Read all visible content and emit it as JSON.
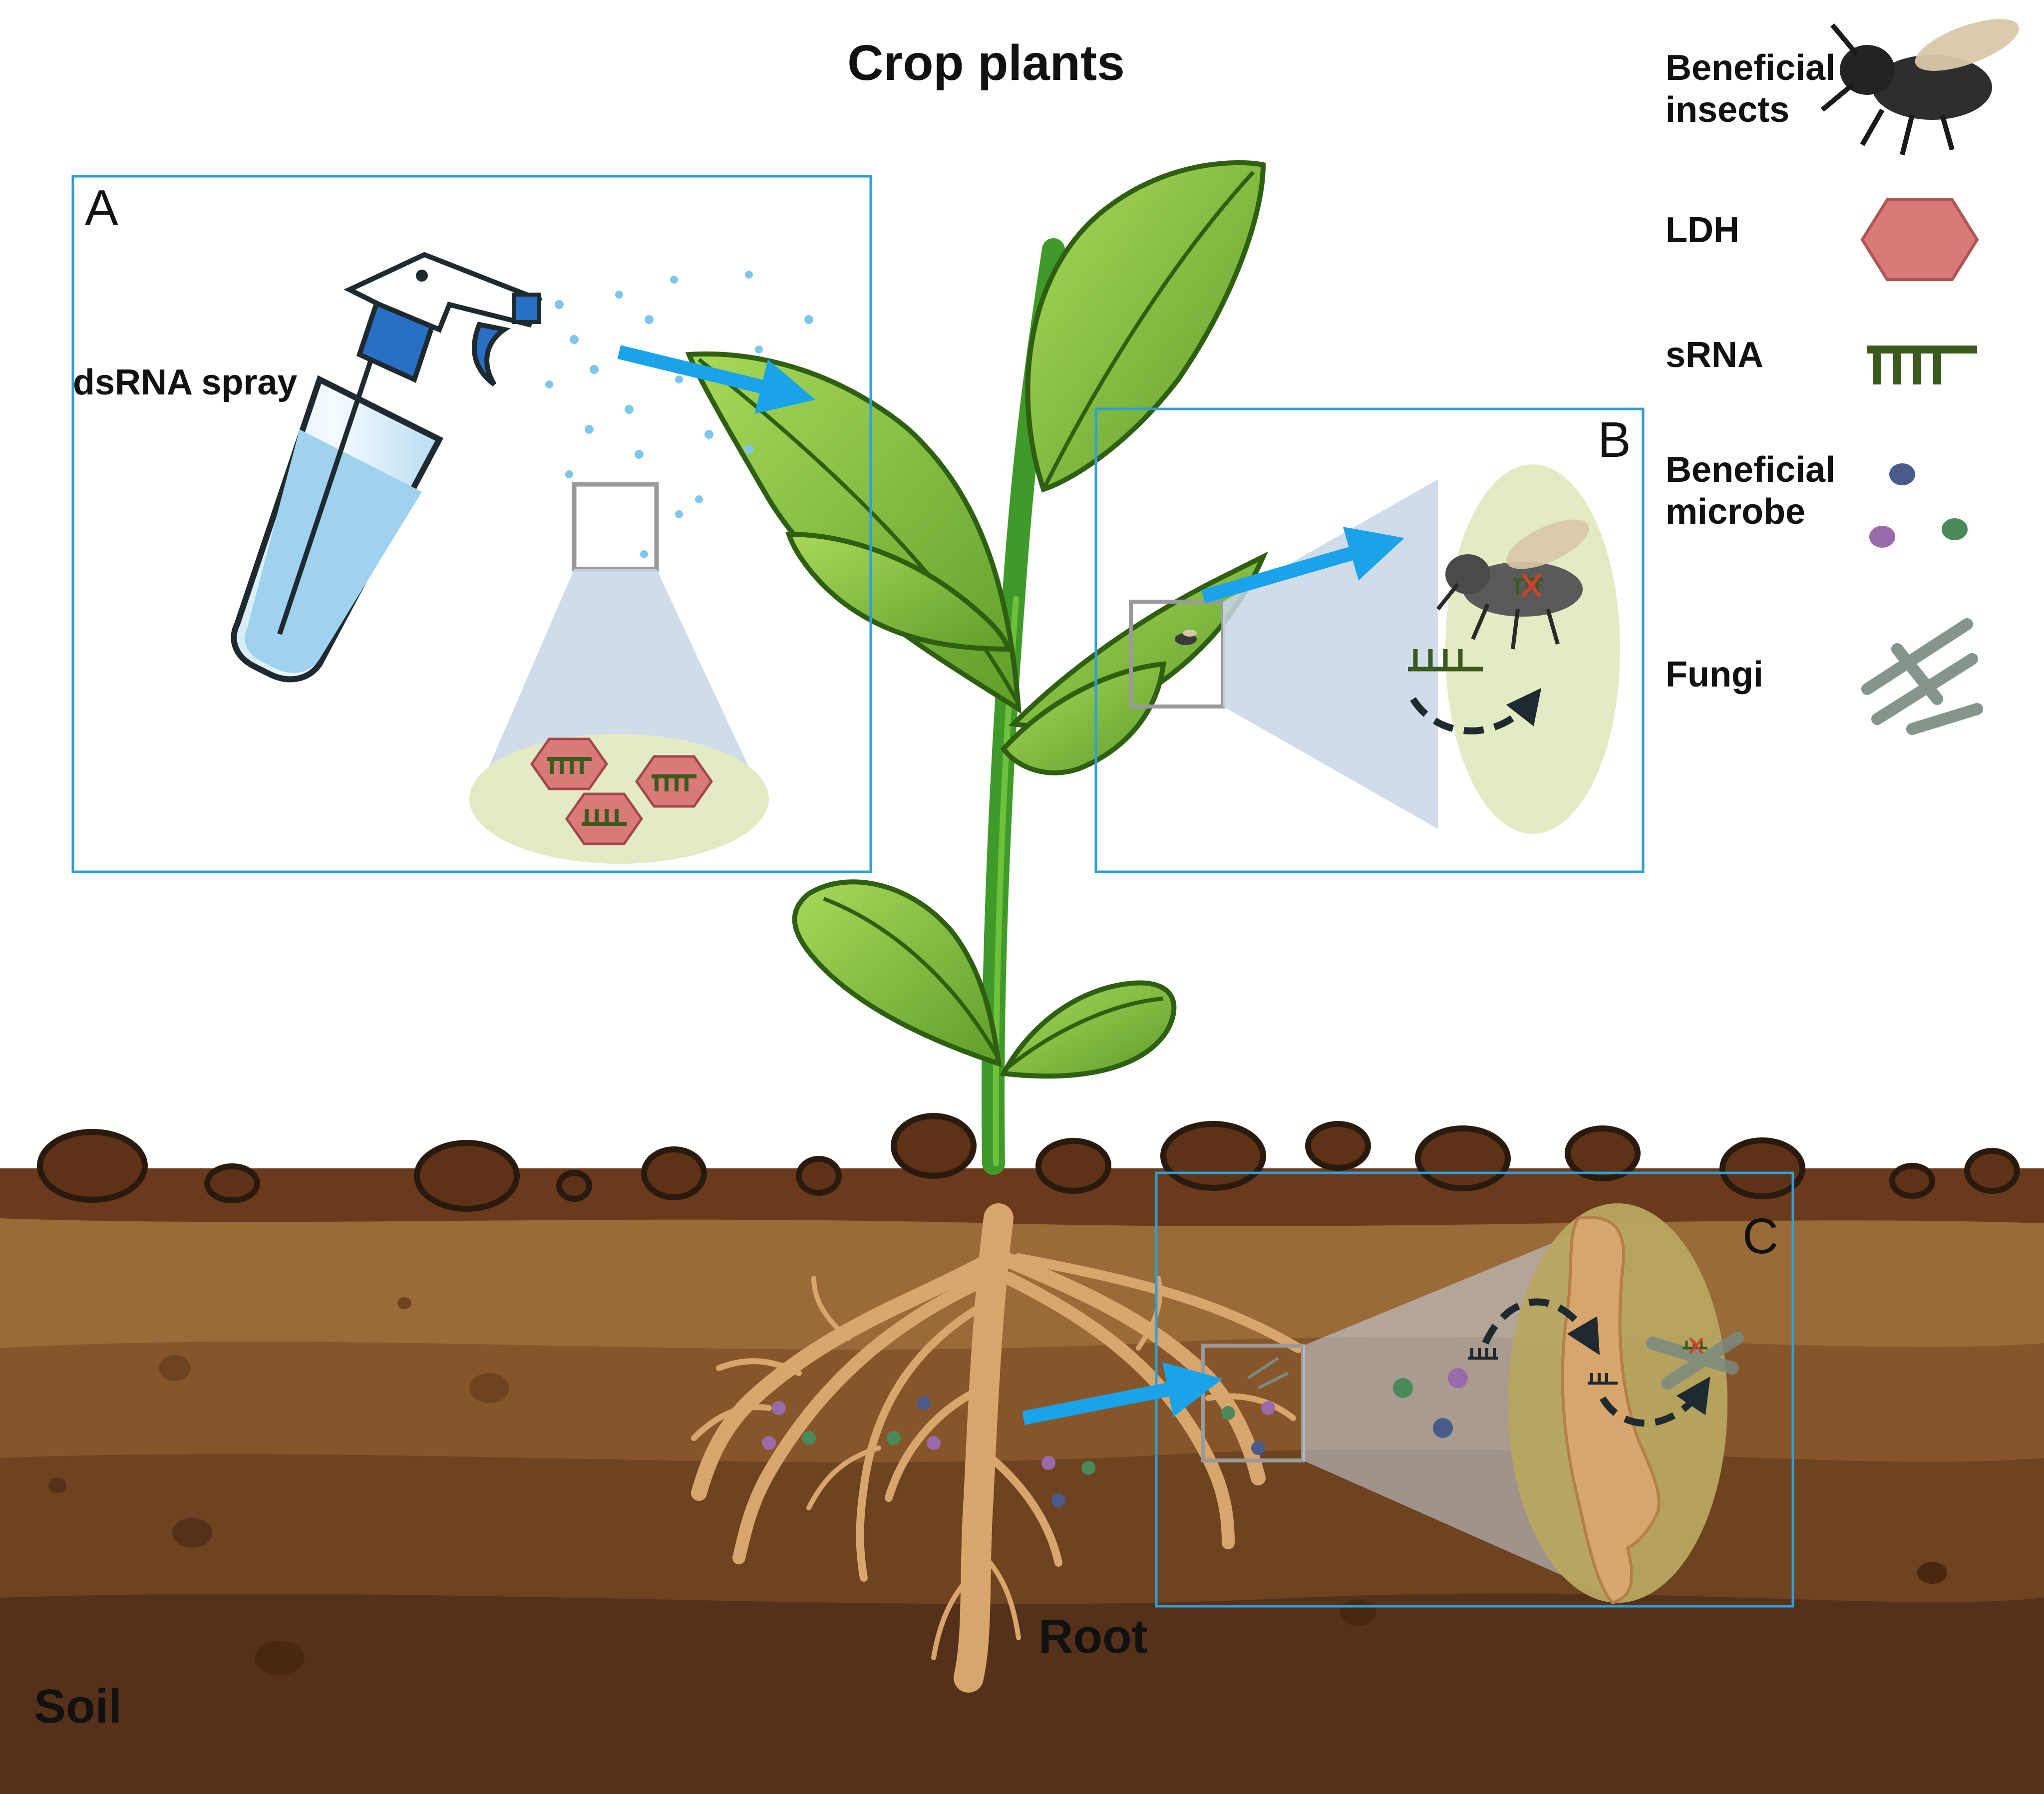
{
  "title": "Crop plants",
  "labels": {
    "spray": "dsRNA spray",
    "root": "Root",
    "soil": "Soil"
  },
  "panels": [
    {
      "id": "A",
      "letter": "A"
    },
    {
      "id": "B",
      "letter": "B"
    },
    {
      "id": "C",
      "letter": "C"
    }
  ],
  "legend": [
    {
      "line1": "Beneficial",
      "line2": "insects",
      "icon": "fly-icon"
    },
    {
      "line1": "LDH",
      "line2": "",
      "icon": "hexagon-icon"
    },
    {
      "line1": "sRNA",
      "line2": "",
      "icon": "srna-comb-icon"
    },
    {
      "line1": "Beneficial",
      "line2": "microbe",
      "icon": "microbe-dots-icon"
    },
    {
      "line1": "Fungi",
      "line2": "",
      "icon": "fungi-hyphae-icon"
    }
  ],
  "colors": {
    "panel_border": "#2f9fd8",
    "arrow": "#1aa3e8",
    "leaf": "#7fc03a",
    "leaf_dark": "#3f7f1a",
    "stem": "#3f9a2a",
    "soil_top": "#6b3a1c",
    "soil_mid": "#8a5a2e",
    "soil_deep": "#4e2a12",
    "root": "#d8a56c",
    "ldh": "#d97a78",
    "srna": "#3a5a1e",
    "microbe_blue": "#4a5a8a",
    "microbe_purple": "#9a6aaa",
    "microbe_green": "#4a8a5a",
    "fungi": "#7a8a80",
    "zoom_fill": "#e3ebc5"
  }
}
